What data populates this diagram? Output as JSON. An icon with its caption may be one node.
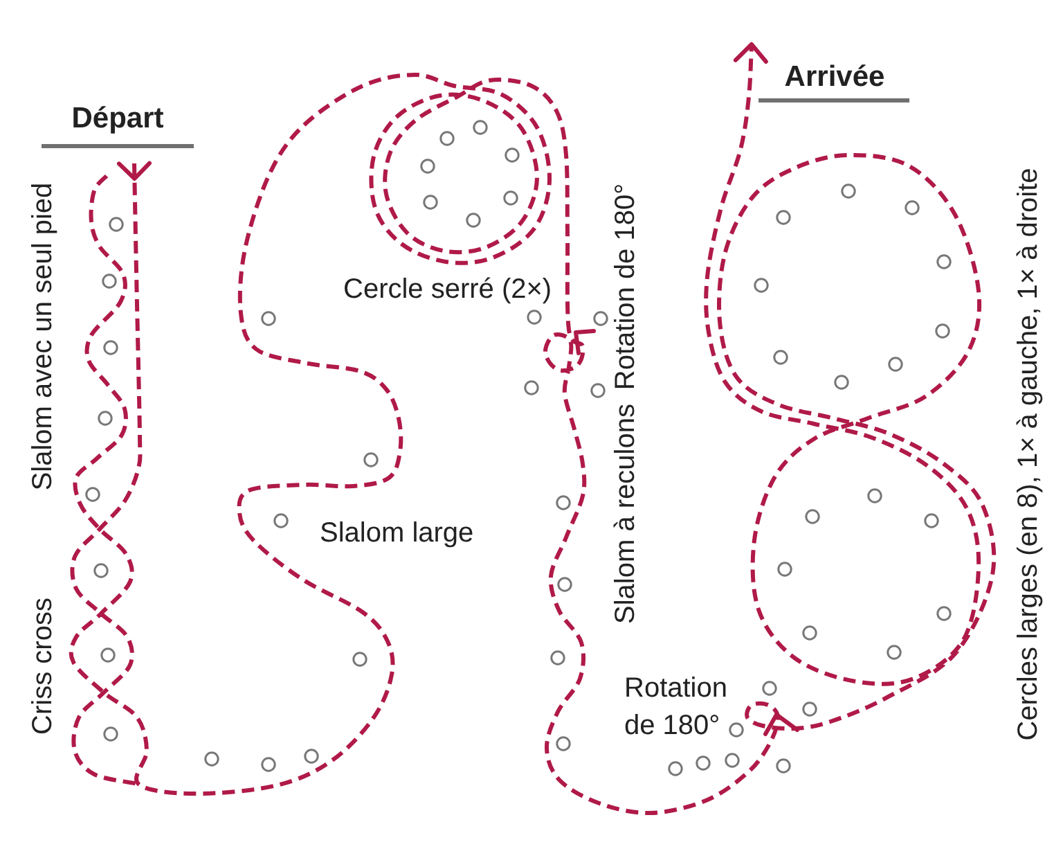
{
  "diagram": {
    "nodes": [
      {
        "text": [
          "Départ"
        ]
      },
      {
        "text": [
          "Arrivée"
        ]
      }
    ],
    "edges": [
      {
        "from": 0,
        "to": 1,
        "arrow": "to",
        "style": "dashed",
        "color": "#b01a48"
      }
    ],
    "labels": [
      "Slalom avec un seul pied",
      "Criss cross",
      "Cercle serré (2×)",
      "Slalom large",
      "Rotation de 180°",
      "Slalom à reculons",
      "Rotation de 180°",
      "Cercles larges (en 8), 1× à gauche, 1× à droite"
    ]
  }
}
